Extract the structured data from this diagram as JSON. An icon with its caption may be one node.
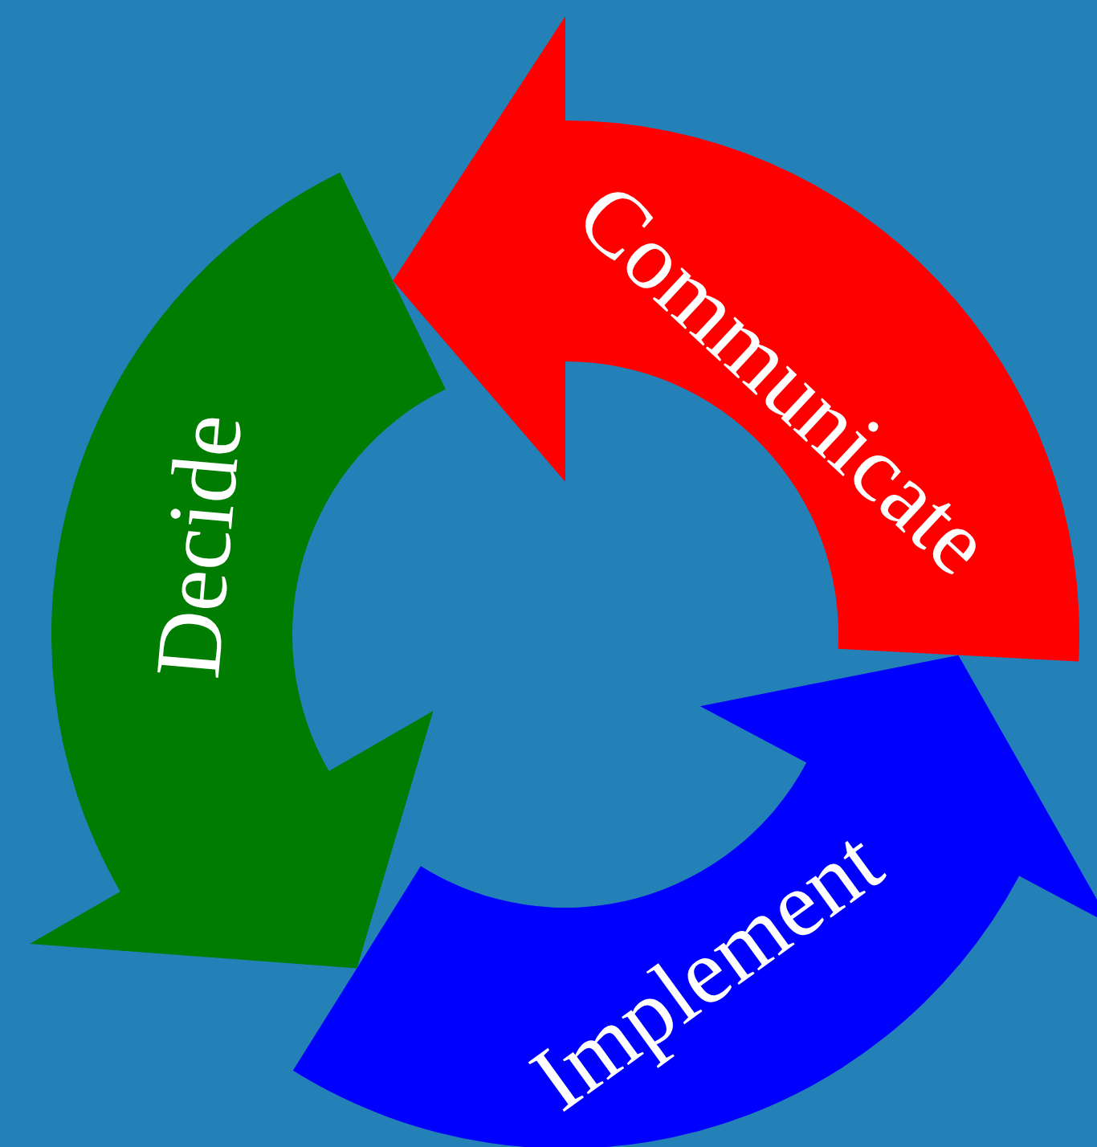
{
  "diagram": {
    "nodes": [
      {
        "text": [
          "Communicate"
        ]
      },
      {
        "text": [
          "Decide"
        ]
      },
      {
        "text": [
          "Implement"
        ]
      }
    ]
  }
}
